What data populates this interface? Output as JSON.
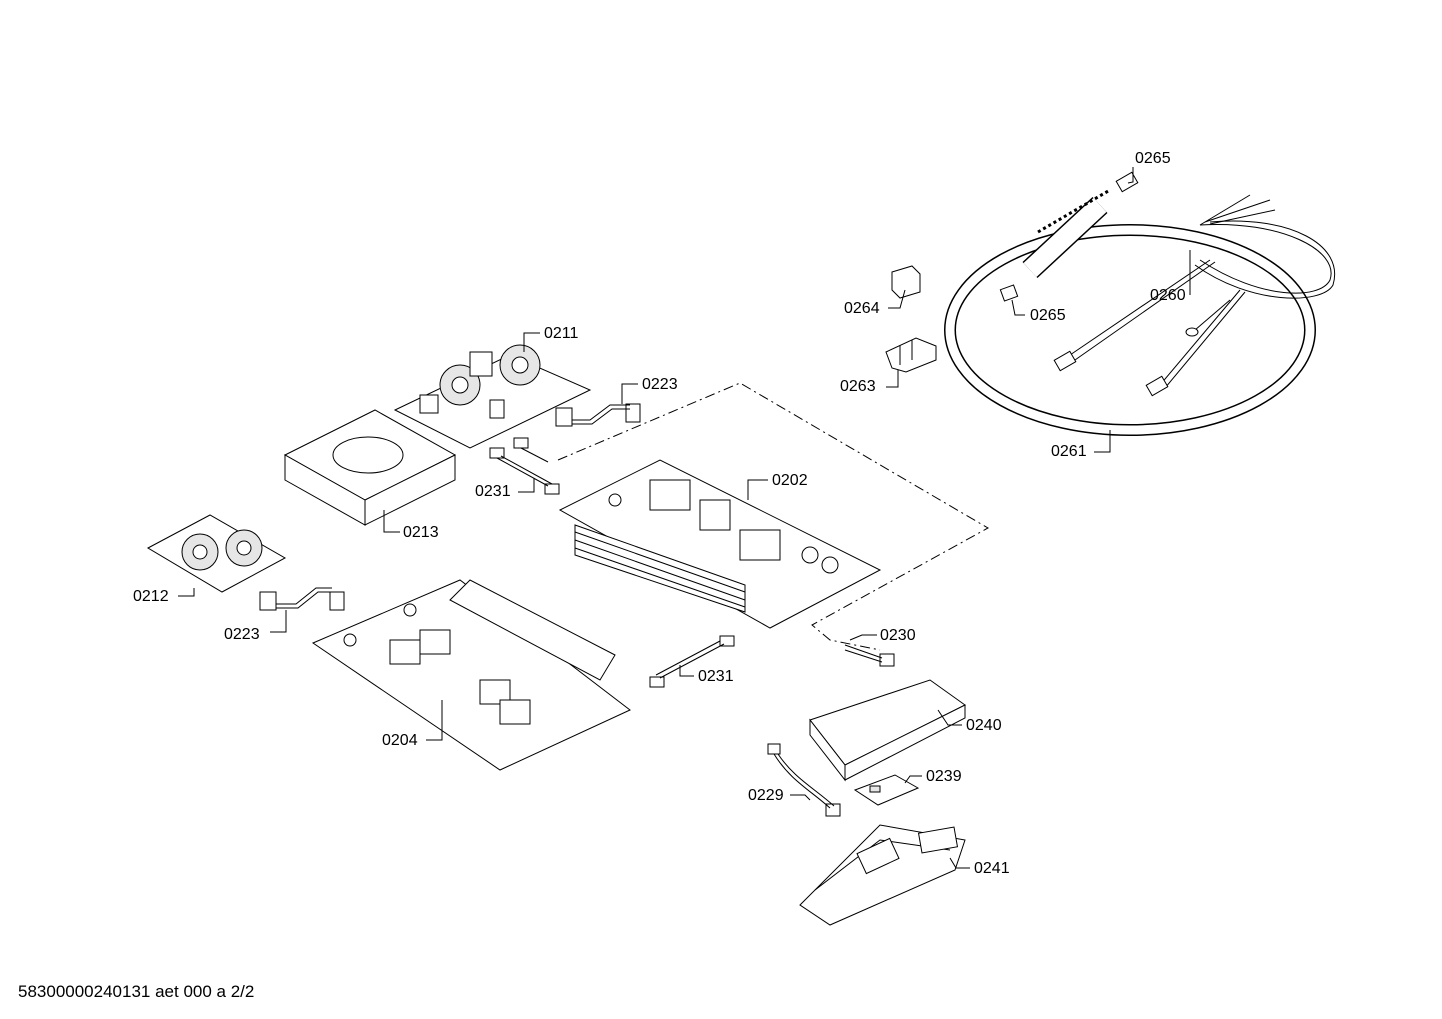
{
  "colors": {
    "line": "#000000",
    "background": "#ffffff",
    "fill": "#e6e6e6"
  },
  "labels": {
    "p0265_top": "0265",
    "p0264": "0264",
    "p0265_mid": "0265",
    "p0260": "0260",
    "p0263": "0263",
    "p0261": "0261",
    "p0211": "0211",
    "p0223_top": "0223",
    "p0202": "0202",
    "p0231_top": "0231",
    "p0213": "0213",
    "p0212": "0212",
    "p0223_bottom": "0223",
    "p0230": "0230",
    "p0231_bottom": "0231",
    "p0240": "0240",
    "p0204": "0204",
    "p0239": "0239",
    "p0229": "0229",
    "p0241": "0241"
  },
  "footer": {
    "document_id": "58300000240131 aet 000 a 2/2"
  }
}
